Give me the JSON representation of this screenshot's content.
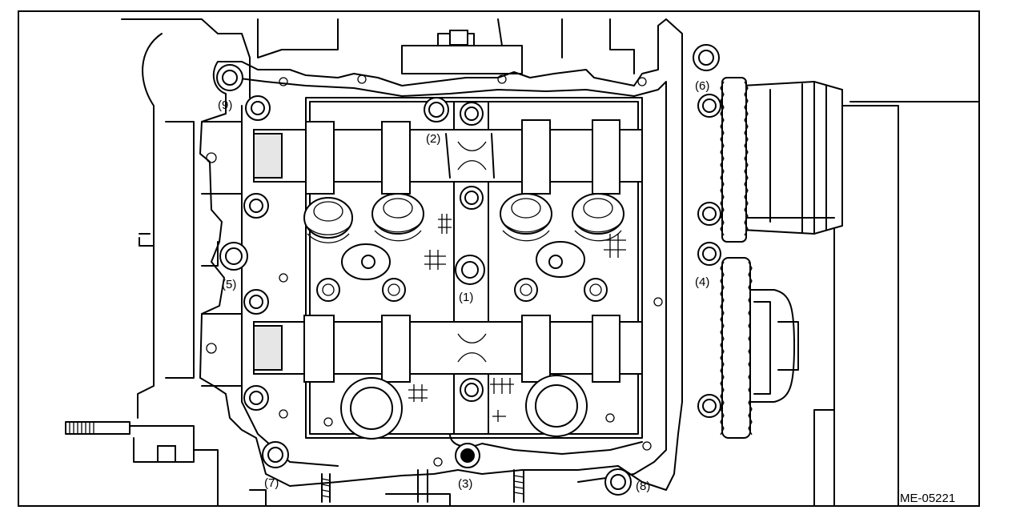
{
  "figure": {
    "code": "ME-05221"
  },
  "bolts": [
    {
      "label": "(1)"
    },
    {
      "label": "(2)"
    },
    {
      "label": "(3)"
    },
    {
      "label": "(4)"
    },
    {
      "label": "(5)"
    },
    {
      "label": "(6)"
    },
    {
      "label": "(7)"
    },
    {
      "label": "(8)"
    },
    {
      "label": "(9)"
    }
  ]
}
